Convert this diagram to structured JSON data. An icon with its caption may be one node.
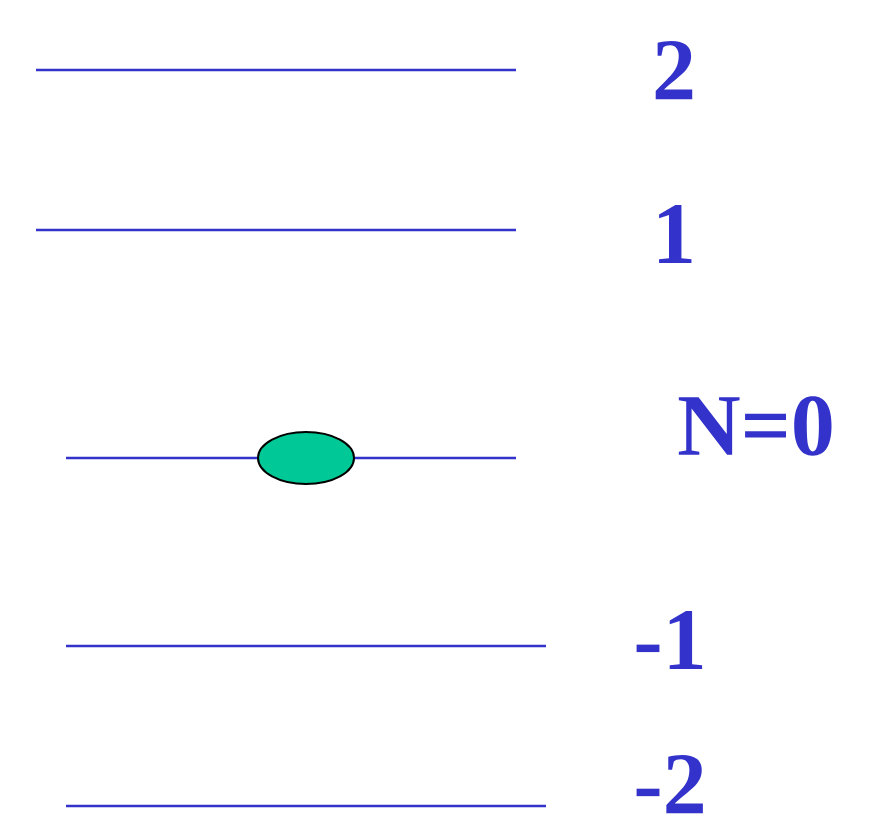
{
  "diagram": {
    "labels": [
      "2",
      "1",
      "N=0",
      "-1",
      "-2"
    ]
  }
}
